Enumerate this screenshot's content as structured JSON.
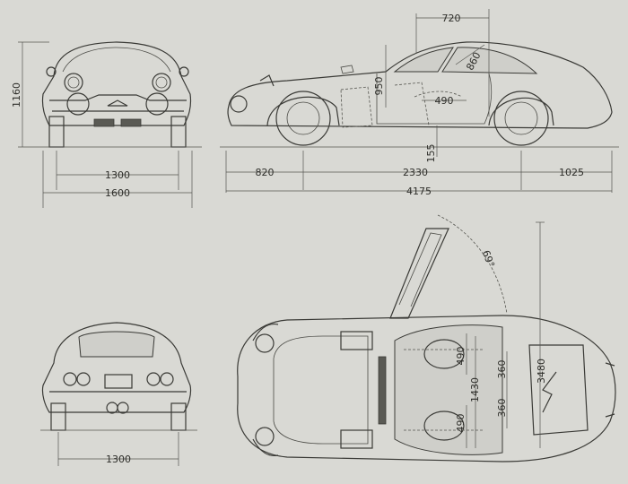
{
  "dimensions": {
    "front_height": "1160",
    "front_track": "1300",
    "overall_width": "1600",
    "roof_to_door": "720",
    "door_diag": "860",
    "sill_height": "950",
    "seat_depth": "490",
    "ground_clearance": "155",
    "front_overhang": "820",
    "wheelbase": "2330",
    "rear_overhang": "1025",
    "overall_length": "4175",
    "rear_track": "1300",
    "door_angle": "69°",
    "door_open_width": "3480",
    "seat_width_1": "490",
    "seat_span": "1430",
    "seat_offset_1": "360",
    "seat_offset_2": "360",
    "seat_width_2": "490"
  }
}
